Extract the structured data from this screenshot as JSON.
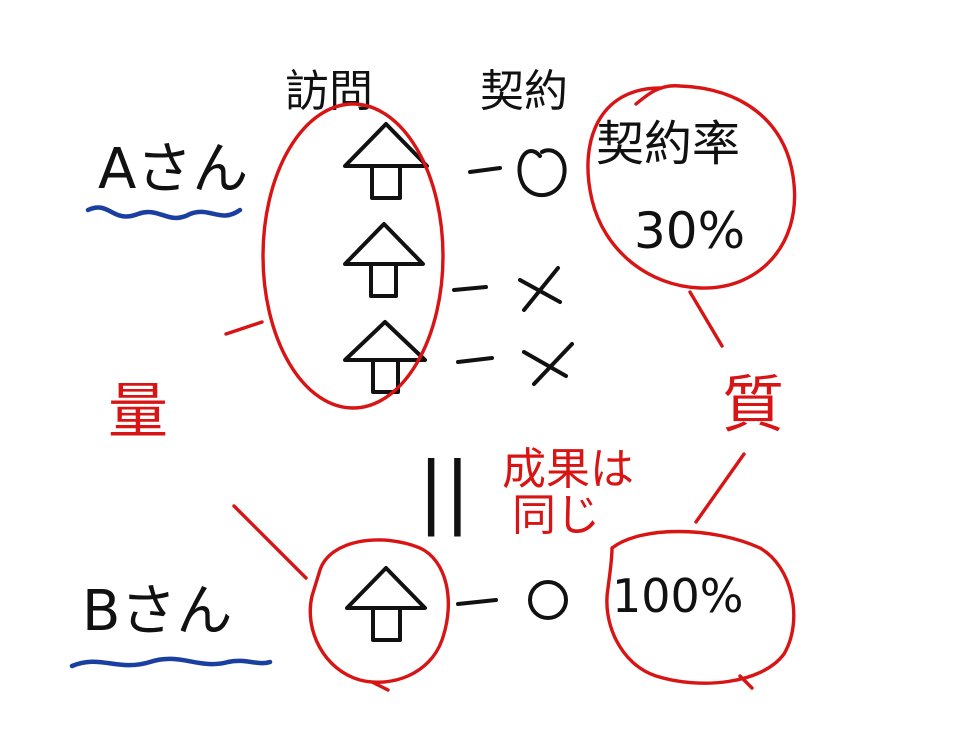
{
  "diagram": {
    "labels": {
      "persons": {
        "a": "Aさん",
        "b": "Bさん"
      },
      "column_headers": {
        "visits": "訪問",
        "contract": "契約"
      },
      "contract_rate": {
        "title": "契約率",
        "a_value": "30%",
        "b_value": "100%"
      },
      "annotations": {
        "quantity": "量",
        "quality": "質",
        "same_result_line1": "成果は",
        "same_result_line2": "同じ",
        "equal_sign": "||"
      },
      "outcomes": {
        "a": [
          "−○",
          "−×",
          "−×"
        ],
        "b": [
          "−○"
        ]
      }
    },
    "colors": {
      "ink": "#111111",
      "annotation_red": "#d81414",
      "underline_blue": "#1a3fa0",
      "background": "#ffffff"
    },
    "icons": [
      "house-icon",
      "house-icon",
      "house-icon",
      "house-icon"
    ]
  }
}
